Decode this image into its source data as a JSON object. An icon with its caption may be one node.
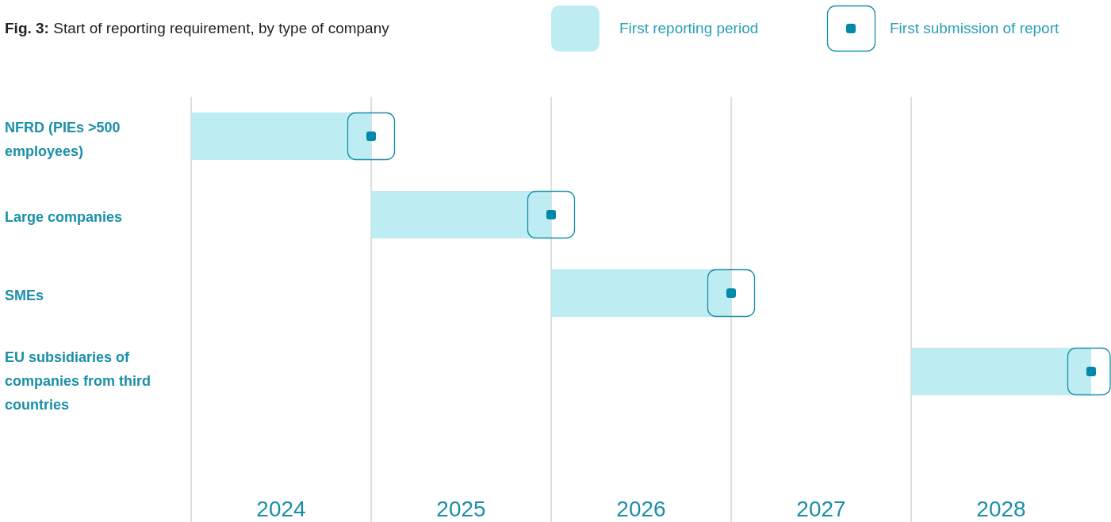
{
  "diagram": {
    "title": "**Fig. 3:** Start of reporting requirement, by type of company",
    "labels": [
      "NFRD (PIEs >500 employees)",
      "Large companies",
      "SMEs",
      "EU subsidiaries of companies from third countries",
      "2024",
      "2025",
      "2026",
      "2027",
      "2028"
    ],
    "legend": [
      {
        "text": "First reporting period",
        "color": "#bdedf3"
      },
      {
        "text": "First submission of report"
      }
    ]
  }
}
